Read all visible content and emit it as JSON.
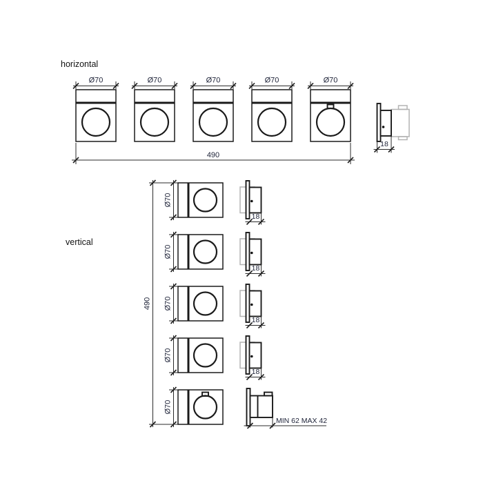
{
  "colors": {
    "line": "#1a1a1a",
    "hidden_part_gray": "#b3b3b3",
    "dimension_text": "#20253a",
    "background": "#ffffff"
  },
  "horizontal": {
    "label": "horizontal",
    "units": [
      {
        "dia_label": "Ø70"
      },
      {
        "dia_label": "Ø70"
      },
      {
        "dia_label": "Ø70"
      },
      {
        "dia_label": "Ø70"
      },
      {
        "dia_label": "Ø70"
      }
    ],
    "total_width_label": "490",
    "side_view": {
      "depth_label": "18"
    }
  },
  "vertical": {
    "label": "vertical",
    "units": [
      {
        "dia_label": "Ø70"
      },
      {
        "dia_label": "Ø70"
      },
      {
        "dia_label": "Ø70"
      },
      {
        "dia_label": "Ø70"
      },
      {
        "dia_label": "Ø70"
      }
    ],
    "total_height_label": "490",
    "side_views": [
      {
        "depth_label": "18"
      },
      {
        "depth_label": "18"
      },
      {
        "depth_label": "18"
      },
      {
        "depth_label": "18"
      }
    ],
    "bottom_side_view": {
      "depth_label": "MIN 62 MAX 42"
    }
  }
}
